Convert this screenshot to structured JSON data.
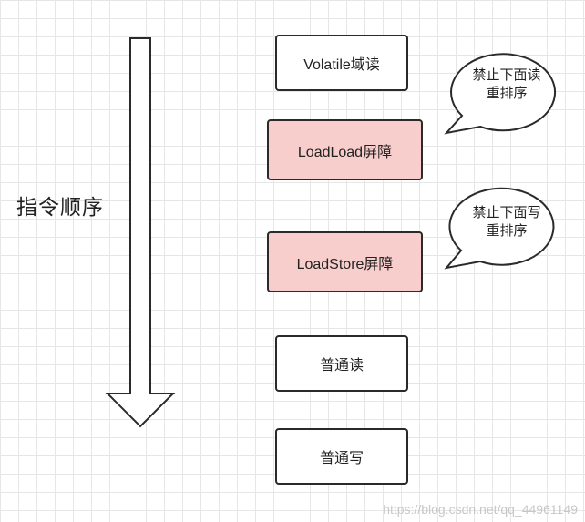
{
  "side_label": "指令顺序",
  "boxes": {
    "volatile_read": "Volatile域读",
    "loadload_barrier": "LoadLoad屏障",
    "loadstore_barrier": "LoadStore屏障",
    "normal_read": "普通读",
    "normal_write": "普通写"
  },
  "callouts": {
    "loadload": {
      "line1": "禁止下面读",
      "line2": "重排序"
    },
    "loadstore": {
      "line1": "禁止下面写",
      "line2": "重排序"
    }
  },
  "colors": {
    "barrier_fill": "#f8cecc",
    "box_fill": "#ffffff",
    "border": "#2a2a2a"
  },
  "watermark": "https://blog.csdn.net/qq_44961149"
}
